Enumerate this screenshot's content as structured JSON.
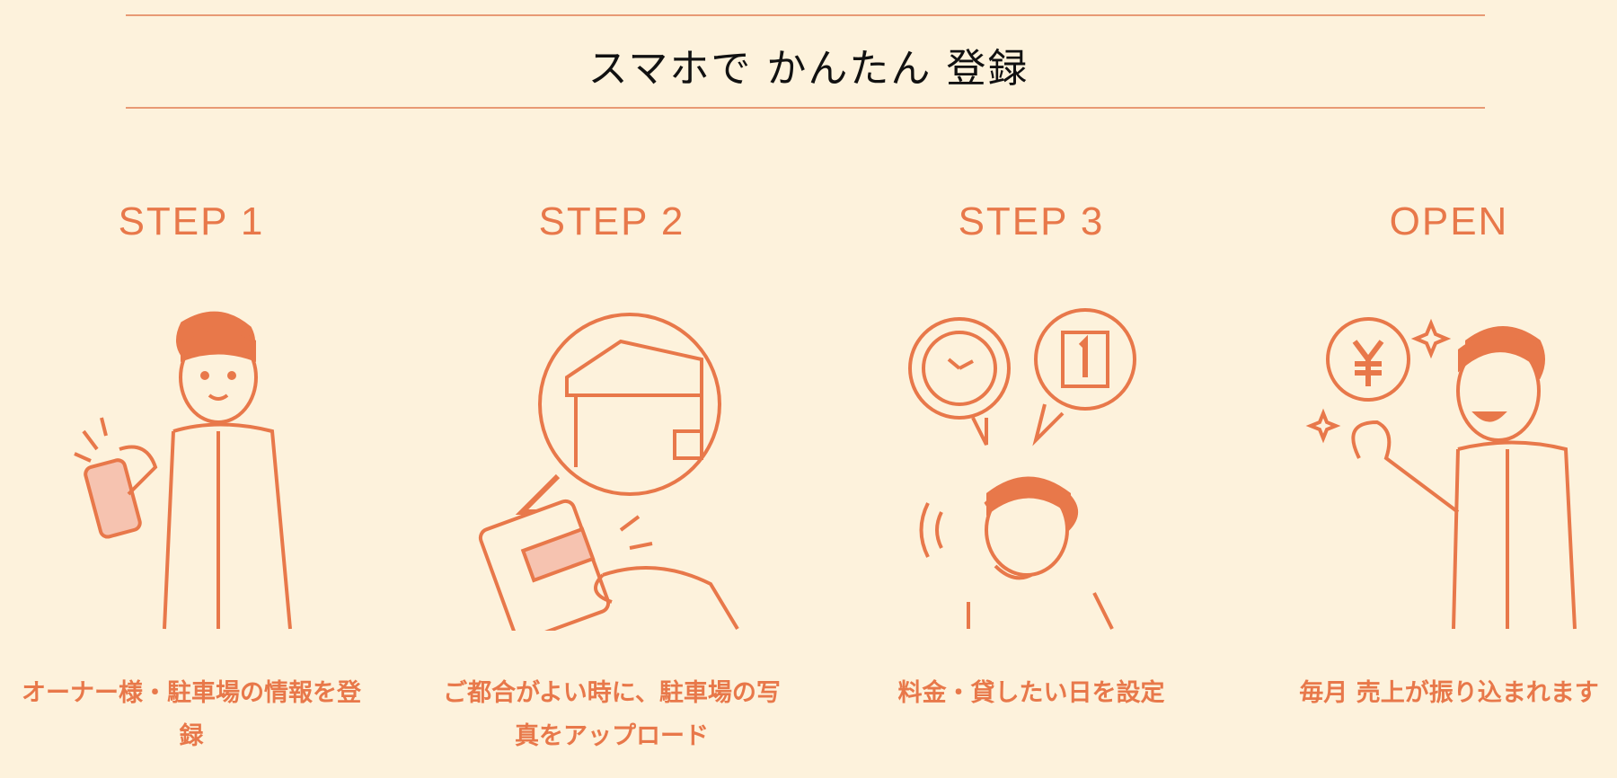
{
  "header": {
    "title": "スマホで かんたん 登録"
  },
  "steps": [
    {
      "label": "STEP 1",
      "caption": "オーナー様・駐車場の情報を登録",
      "icon": "person-with-phone-icon"
    },
    {
      "label": "STEP 2",
      "caption": "ご都合がよい時に、駐車場の写真をアップロード",
      "icon": "upload-parking-photo-icon"
    },
    {
      "label": "STEP 3",
      "caption": "料金・貸したい日を設定",
      "icon": "set-price-and-date-icon"
    },
    {
      "label": "OPEN",
      "caption": "毎月 売上が振り込まれます",
      "icon": "monthly-payment-icon"
    }
  ],
  "colors": {
    "accent": "#e8784a",
    "background": "#fdf2dc",
    "title": "#111111"
  }
}
